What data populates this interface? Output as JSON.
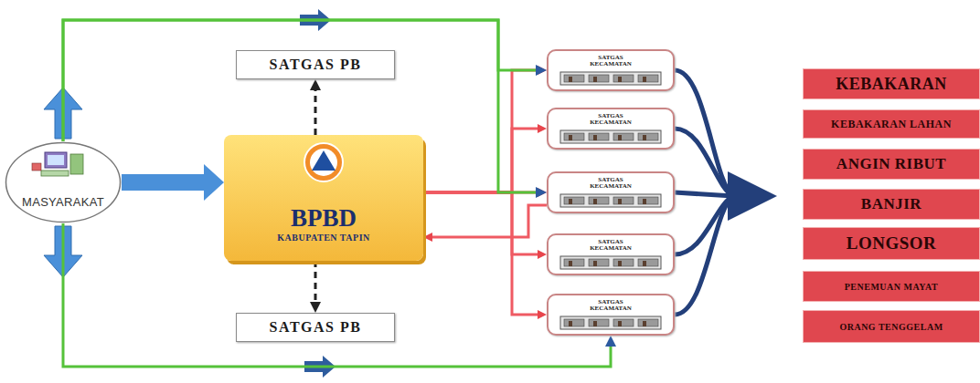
{
  "diagram": {
    "nodes": [
      {
        "text": [
          "MASYARAKAT"
        ]
      },
      {
        "text": [
          "SATGAS PB"
        ]
      },
      {
        "text": [
          "BPBD",
          "KABUPATEN TAPIN"
        ]
      },
      {
        "text": [
          "SATGAS PB"
        ]
      },
      {
        "text": [
          "SATGAS KECAMATAN"
        ]
      },
      {
        "text": [
          "SATGAS KECAMATAN"
        ]
      },
      {
        "text": [
          "SATGAS KECAMATAN"
        ]
      },
      {
        "text": [
          "SATGAS KECAMATAN"
        ]
      },
      {
        "text": [
          "SATGAS KECAMATAN"
        ]
      },
      {
        "text": [
          "KEBAKARAN"
        ]
      },
      {
        "text": [
          "KEBAKARAN LAHAN"
        ]
      },
      {
        "text": [
          "ANGIN RIBUT"
        ]
      },
      {
        "text": [
          "BANJIR"
        ]
      },
      {
        "text": [
          "LONGSOR"
        ]
      },
      {
        "text": [
          "PENEMUAN MAYAT"
        ]
      },
      {
        "text": [
          "ORANG TENGGELAM"
        ]
      }
    ],
    "edges": [
      {
        "from": 0,
        "to": 2,
        "arrow": "to"
      },
      {
        "from": 2,
        "to": 1,
        "arrow": "to"
      },
      {
        "from": 2,
        "to": 3,
        "arrow": "to"
      },
      {
        "from": 2,
        "to": 4,
        "arrow": "to"
      },
      {
        "from": 2,
        "to": 5,
        "arrow": "to"
      },
      {
        "from": 2,
        "to": 6,
        "arrow": "to"
      },
      {
        "from": 2,
        "to": 7,
        "arrow": "to"
      },
      {
        "from": 2,
        "to": 8,
        "arrow": "to"
      },
      {
        "from": 6,
        "to": 2,
        "arrow": "to"
      },
      {
        "from": 0,
        "to": 4,
        "arrow": "to"
      },
      {
        "from": 0,
        "to": 6,
        "arrow": "to"
      },
      {
        "from": 0,
        "to": 8,
        "arrow": "to"
      }
    ]
  }
}
